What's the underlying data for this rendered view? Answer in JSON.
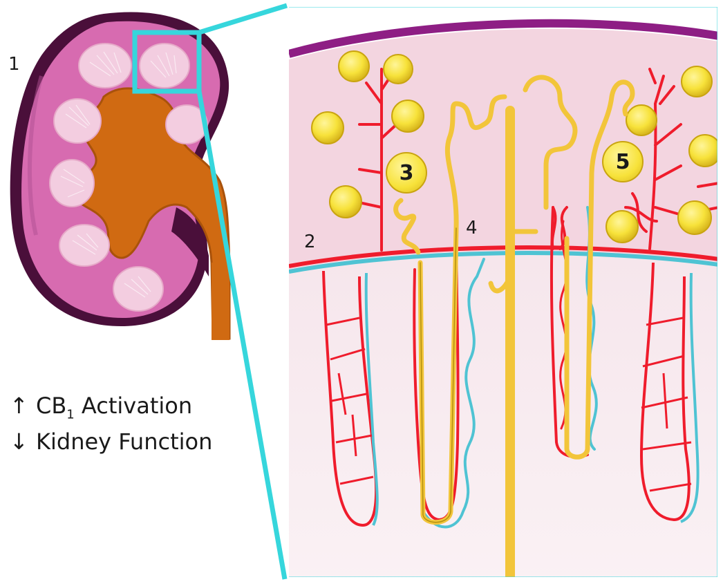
{
  "labels": {
    "kidney": "1",
    "boundary": "2",
    "glomerulus_upper": "3",
    "collecting_duct": "4",
    "glomerulus_right": "5"
  },
  "caption": {
    "line1": {
      "arrow": "↑",
      "prefix": "CB",
      "subscript": "1",
      "suffix": " Activation"
    },
    "line2": {
      "arrow": "↓",
      "text": "Kidney Function"
    }
  },
  "colors": {
    "zoom_frame": "#36d6dc",
    "kidney_outer": "#4a0f3a",
    "kidney_cortex": "#d76bb0",
    "renal_pelvis": "#d06a12",
    "pyramid": "#f3cde0",
    "capsule": "#8e1e84",
    "cortex_bg": "#f3d5e0",
    "medulla_bg": "#f8eef1",
    "artery": "#ef1c2c",
    "vein": "#4fc3d3",
    "nephron": "#f2c53a",
    "glomerulus": "#f7e23a"
  }
}
